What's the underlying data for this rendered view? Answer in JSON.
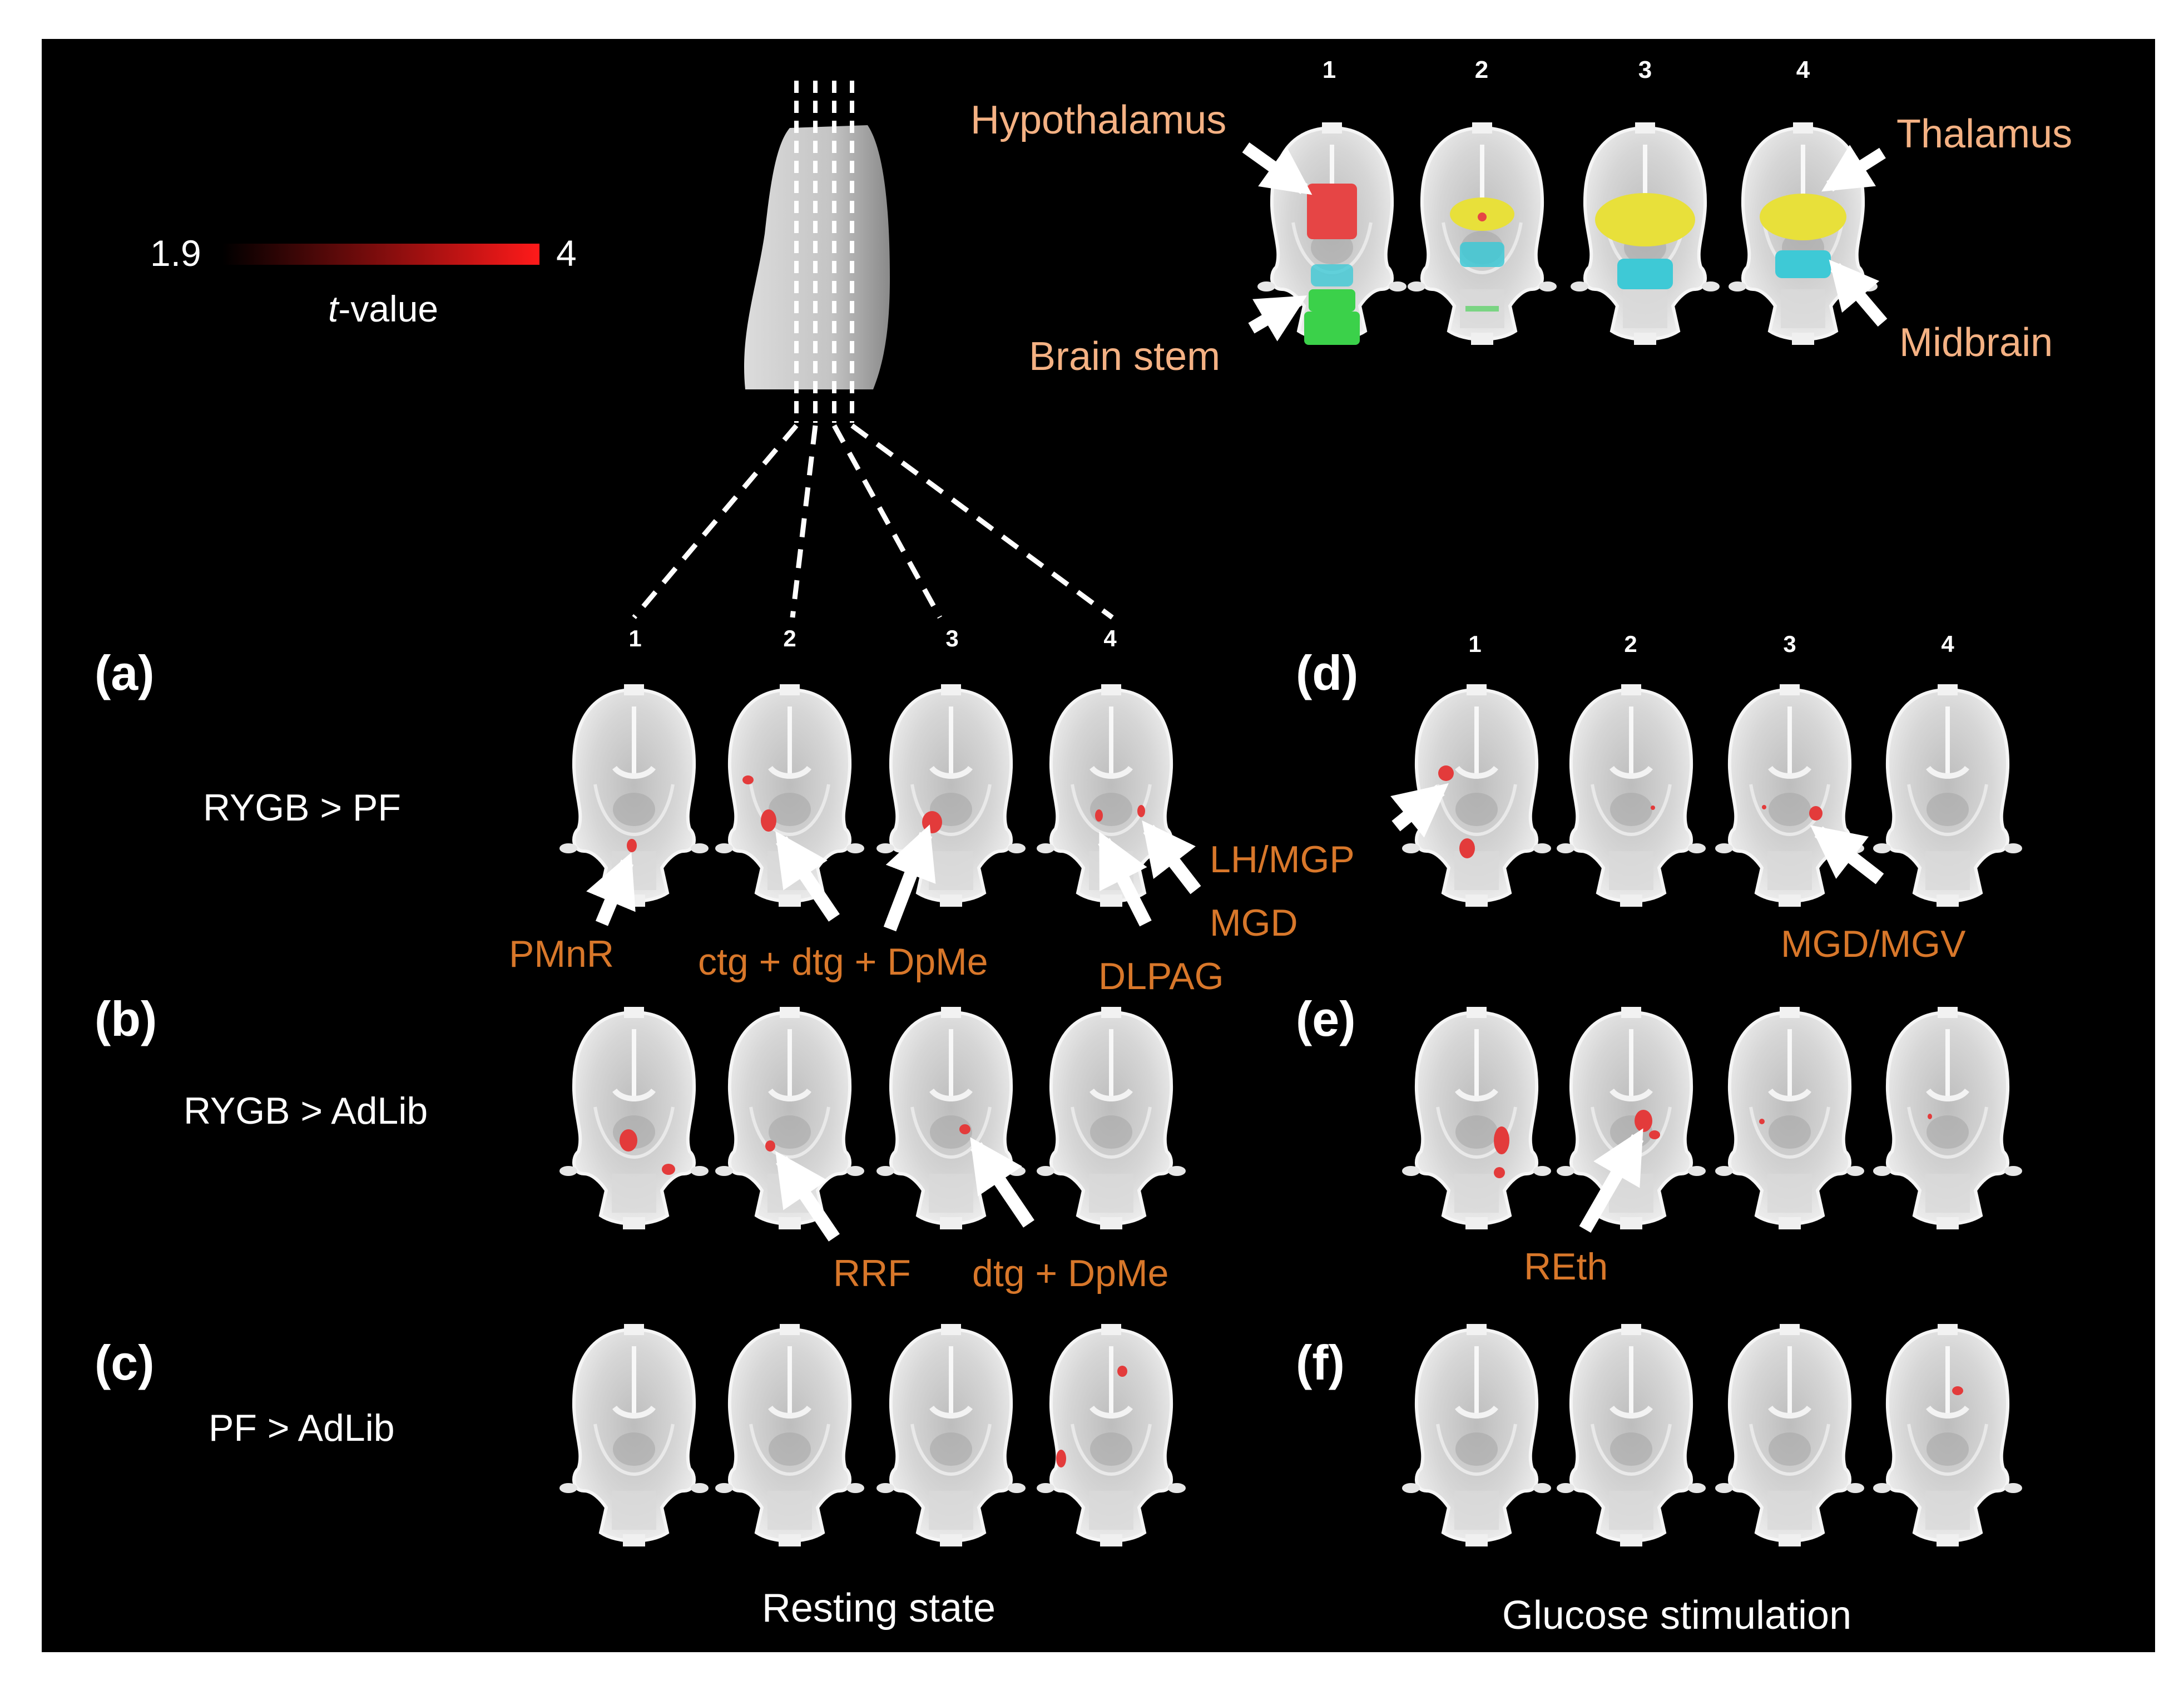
{
  "colorbar": {
    "min": "1.9",
    "max": "4",
    "label_italic": "t",
    "label_rest": "-value"
  },
  "colors": {
    "background": "#000000",
    "activation": "#e33b3b",
    "label_primary": "#d8772a",
    "label_atlas": "#f4b183",
    "hypothalamus": "#e64545",
    "thalamus": "#e8e03a",
    "midbrain": "#3ec9d6",
    "brainstem": "#3bd14a"
  },
  "slice_numbers": [
    "1",
    "2",
    "3",
    "4"
  ],
  "atlas_labels": {
    "hypothalamus": "Hypothalamus",
    "thalamus": "Thalamus",
    "brainstem": "Brain stem",
    "midbrain": "Midbrain"
  },
  "panels": {
    "a": {
      "letter": "(a)",
      "contrast": "RYGB > PF"
    },
    "b": {
      "letter": "(b)",
      "contrast": "RYGB > AdLib"
    },
    "c": {
      "letter": "(c)",
      "contrast": "PF > AdLib"
    },
    "d": {
      "letter": "(d)"
    },
    "e": {
      "letter": "(e)"
    },
    "f": {
      "letter": "(f)"
    }
  },
  "region_labels": {
    "pmnr": "PMnR",
    "ctg": "ctg + dtg + DpMe",
    "dlpag": "DLPAG",
    "mgd": "MGD",
    "rrf": "RRF",
    "dtg": "dtg + DpMe",
    "lhmgp": "LH/MGP",
    "mgdmgv": "MGD/MGV",
    "reth": "REth"
  },
  "column_titles": {
    "resting": "Resting state",
    "glucose": "Glucose stimulation"
  }
}
